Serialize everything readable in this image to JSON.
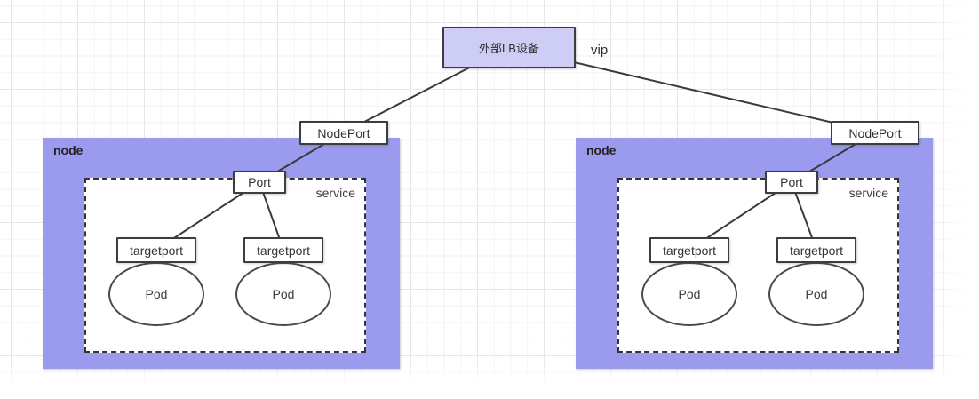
{
  "diagram": {
    "lb_box": {
      "label": "外部LB设备"
    },
    "vip_label": "vip",
    "nodeports": [
      {
        "label": "NodePort"
      },
      {
        "label": "NodePort"
      }
    ],
    "nodes": [
      {
        "label": "node",
        "service": {
          "label": "service",
          "port": {
            "label": "Port"
          },
          "targetports": [
            {
              "label": "targetport"
            },
            {
              "label": "targetport"
            }
          ],
          "pods": [
            {
              "label": "Pod"
            },
            {
              "label": "Pod"
            }
          ]
        }
      },
      {
        "label": "node",
        "service": {
          "label": "service",
          "port": {
            "label": "Port"
          },
          "targetports": [
            {
              "label": "targetport"
            },
            {
              "label": "targetport"
            }
          ],
          "pods": [
            {
              "label": "Pod"
            },
            {
              "label": "Pod"
            }
          ]
        }
      }
    ],
    "colors": {
      "node_fill": "#9a9aef",
      "lb_fill": "#cdcdf6",
      "shape_border": "#3d3d3d",
      "connector_line": "#3a3a3a",
      "grid_minor": "#f2f2f2",
      "grid_major": "#e6e6e6",
      "text": "#333333"
    }
  }
}
